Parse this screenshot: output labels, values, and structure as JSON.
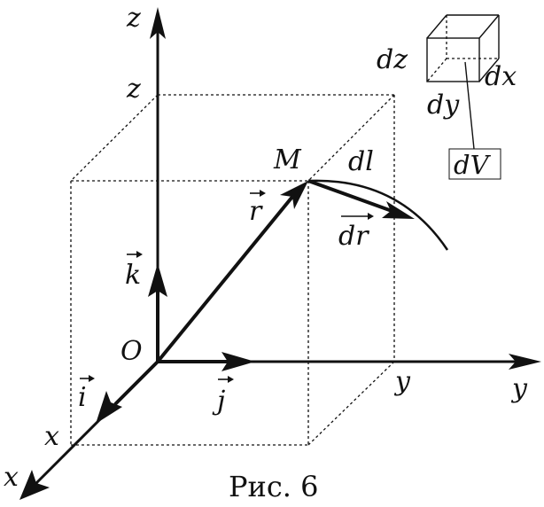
{
  "labels": {
    "z_axis": "z",
    "z_point": "z",
    "y_axis": "y",
    "y_point": "y",
    "x_axis": "x",
    "x_point": "x",
    "origin": "O",
    "point_M": "M",
    "dl": "dl",
    "r": "r",
    "dr": "dr",
    "k": "k",
    "i": "i",
    "j": "j",
    "dz": "dz",
    "dx": "dx",
    "dy": "dy",
    "dV": "dV"
  },
  "caption": "Рис. 6"
}
